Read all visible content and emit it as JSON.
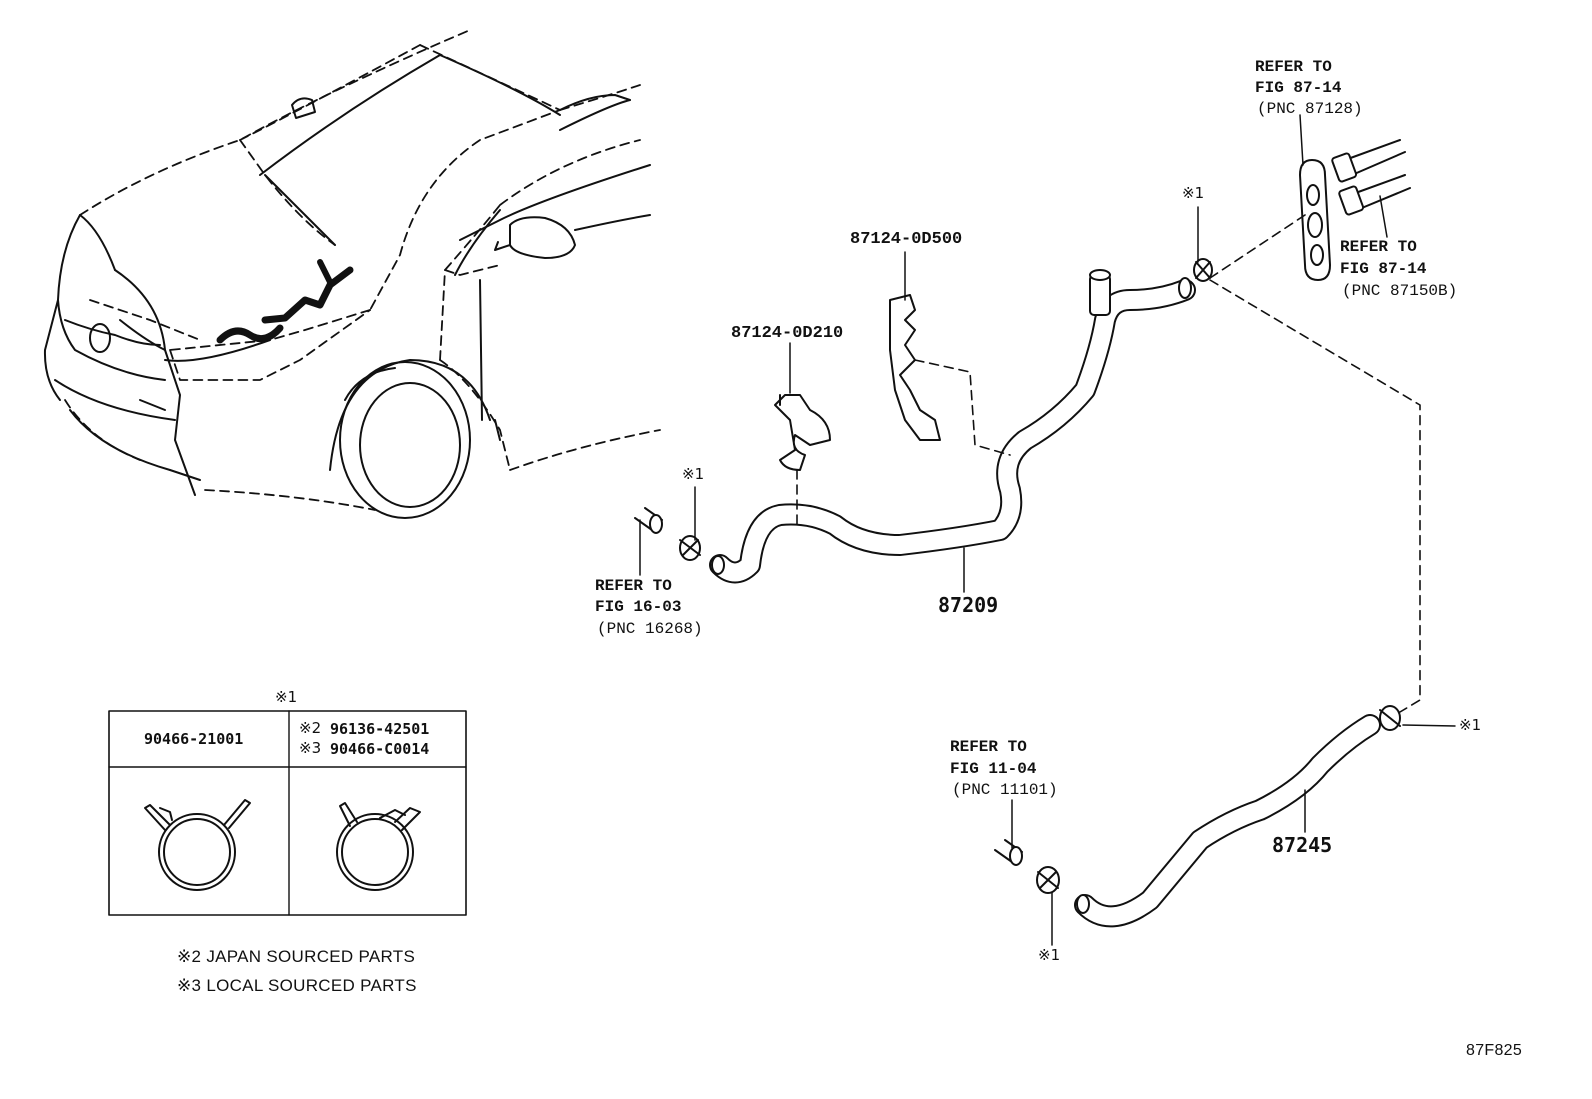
{
  "labels": {
    "part_87124_0d500": "87124-0D500",
    "part_87124_0d210": "87124-0D210",
    "part_87209": "87209",
    "part_87245": "87245",
    "mark_1": "※1"
  },
  "references": {
    "fig_87_14_a": {
      "line1": "REFER TO",
      "line2": "FIG 87-14",
      "line3": "(PNC 87128)"
    },
    "fig_87_14_b": {
      "line1": "REFER TO",
      "line2": "FIG 87-14",
      "line3": "(PNC 87150B)"
    },
    "fig_16_03": {
      "line1": "REFER TO",
      "line2": "FIG 16-03",
      "line3": "(PNC 16268)"
    },
    "fig_11_04": {
      "line1": "REFER TO",
      "line2": "FIG 11-04",
      "line3": "(PNC 11101)"
    }
  },
  "clamp_table": {
    "title": "※1",
    "col1": {
      "part": "90466-21001"
    },
    "col2": {
      "mark2": "※2",
      "part2": "96136-42501",
      "mark3": "※3",
      "part3": "90466-C0014"
    }
  },
  "notes": [
    "※2 JAPAN SOURCED PARTS",
    "※3 LOCAL SOURCED PARTS"
  ],
  "figure_code": "87F825"
}
